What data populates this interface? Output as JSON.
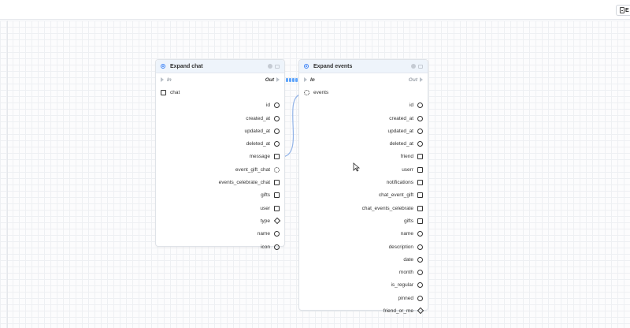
{
  "toolbar": {
    "doc_button_label": "E"
  },
  "nodes": [
    {
      "title": "Expand chat",
      "in_label": "In",
      "out_label": "Out",
      "input_field": {
        "label": "chat",
        "port": "square",
        "color": "blue"
      },
      "fields": [
        {
          "label": "id",
          "port": "circle",
          "color": "pink"
        },
        {
          "label": "created_at",
          "port": "circle",
          "color": "green"
        },
        {
          "label": "updated_at",
          "port": "circle",
          "color": "green"
        },
        {
          "label": "deleted_at",
          "port": "circle",
          "color": "green"
        },
        {
          "label": "message",
          "port": "square",
          "color": "blue"
        },
        {
          "label": "event_gift_chat",
          "port": "gear",
          "color": "blue"
        },
        {
          "label": "events_celebrate_chat",
          "port": "square",
          "color": "teal"
        },
        {
          "label": "gifts",
          "port": "square",
          "color": "blue"
        },
        {
          "label": "user",
          "port": "square",
          "color": "teal"
        },
        {
          "label": "type",
          "port": "diamond",
          "color": "teal"
        },
        {
          "label": "name",
          "port": "circle",
          "color": "orange"
        },
        {
          "label": "icon",
          "port": "circle",
          "color": "orange"
        }
      ]
    },
    {
      "title": "Expand events",
      "in_label": "In",
      "out_label": "Out",
      "input_field": {
        "label": "events",
        "port": "gear",
        "color": "blue"
      },
      "fields": [
        {
          "label": "id",
          "port": "circle",
          "color": "pink"
        },
        {
          "label": "created_at",
          "port": "circle",
          "color": "green"
        },
        {
          "label": "updated_at",
          "port": "circle",
          "color": "green"
        },
        {
          "label": "deleted_at",
          "port": "circle",
          "color": "green"
        },
        {
          "label": "friend",
          "port": "square",
          "color": "teal"
        },
        {
          "label": "userr",
          "port": "square",
          "color": "teal"
        },
        {
          "label": "notifications",
          "port": "square",
          "color": "teal"
        },
        {
          "label": "chat_event_gift",
          "port": "square",
          "color": "teal"
        },
        {
          "label": "chat_events_celebrate",
          "port": "square",
          "color": "teal"
        },
        {
          "label": "gifts",
          "port": "square",
          "color": "blue"
        },
        {
          "label": "name",
          "port": "circle",
          "color": "orange"
        },
        {
          "label": "description",
          "port": "circle",
          "color": "gray"
        },
        {
          "label": "date",
          "port": "circle",
          "color": "mint"
        },
        {
          "label": "month",
          "port": "circle",
          "color": "purple"
        },
        {
          "label": "is_regular",
          "port": "circle",
          "color": "red"
        },
        {
          "label": "pinned",
          "port": "circle",
          "color": "red"
        },
        {
          "label": "friend_or_me",
          "port": "diamond",
          "color": "teal"
        }
      ]
    }
  ],
  "colors": {
    "pink": "#d946a8",
    "green": "#7dd189",
    "blue": "#3b82f6",
    "teal": "#38a8d8",
    "orange": "#e8b04a",
    "gray": "#9aa1a9",
    "mint": "#9fd8b0",
    "purple": "#b55ad3",
    "red": "#d9466a",
    "wire": "#93b4e8"
  }
}
